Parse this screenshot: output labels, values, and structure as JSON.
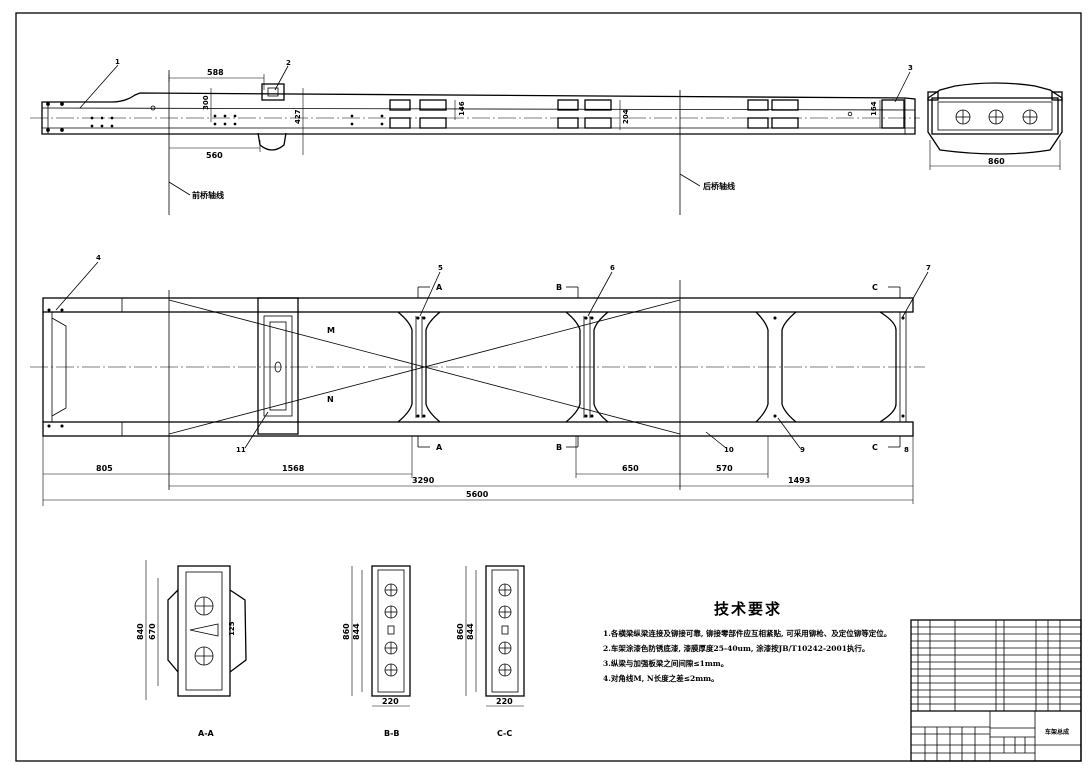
{
  "dimensions": {
    "top_588": "588",
    "top_300": "300",
    "top_427": "427",
    "top_560": "560",
    "top_146": "146",
    "top_204": "204",
    "top_164": "164",
    "end_860": "860",
    "plan_805": "805",
    "plan_1568": "1568",
    "plan_3290": "3290",
    "plan_5600": "5600",
    "plan_650": "650",
    "plan_570": "570",
    "plan_1493": "1493",
    "aa_840": "840",
    "aa_670": "670",
    "aa_125": "125",
    "bb_860": "860",
    "bb_844": "844",
    "bb_220": "220",
    "cc_860": "860",
    "cc_844": "844",
    "cc_220": "220"
  },
  "balloons": {
    "b1": "1",
    "b2": "2",
    "b3": "3",
    "b4": "4",
    "b5": "5",
    "b6": "6",
    "b7": "7",
    "b8": "8",
    "b9": "9",
    "b10": "10",
    "b11": "11"
  },
  "labels": {
    "front_axle": "前桥轴线",
    "rear_axle": "后桥轴线",
    "m_label": "M",
    "n_label": "N",
    "a_mark": "A",
    "b_mark": "B",
    "c_mark": "C",
    "section_aa": "A-A",
    "section_bb": "B-B",
    "section_cc": "C-C"
  },
  "requirements": {
    "title": "技术要求",
    "items": [
      "1.各横梁纵梁连接及铆接可靠, 铆接零部件应互相紧贴, 可采用铆枪、及定位铆等定位。",
      "2.车架涂漆色防锈底漆, 漆膜厚度25-40um, 涂漆按JB/T10242-2001执行。",
      "3.纵梁与加强板梁之间间隙≤1mm。",
      "4.对角线M, N长度之差≤2mm。"
    ]
  },
  "title_block": {
    "drawing_name": "车架总成"
  }
}
